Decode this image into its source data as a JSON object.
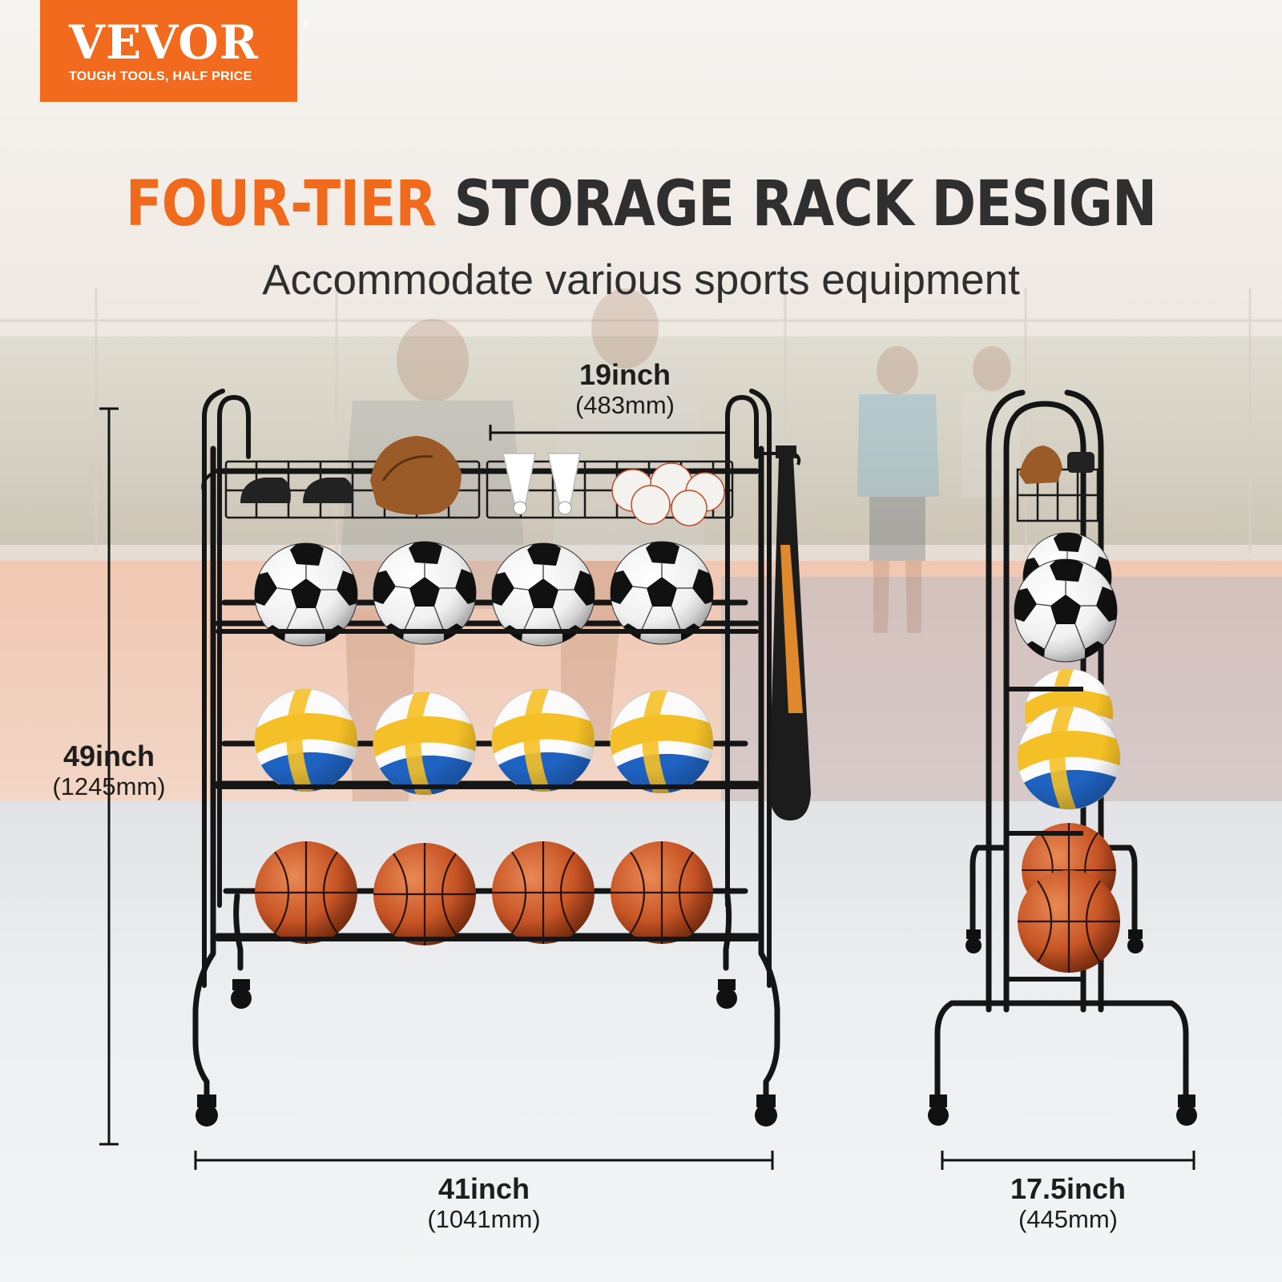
{
  "brand": {
    "name": "VEVOR",
    "registered_mark": "®",
    "tagline": "TOUGH TOOLS, HALF PRICE",
    "color": "#f26a1e"
  },
  "headline": {
    "highlight": "FOUR-TIER",
    "rest": "STORAGE RACK DESIGN",
    "highlight_color": "#ef6a1d",
    "text_color": "#2f2f2f"
  },
  "subheadline": "Accommodate various sports equipment",
  "dimensions": {
    "depth_top": {
      "imperial": "19inch",
      "metric": "(483mm)"
    },
    "height": {
      "imperial": "49inch",
      "metric": "(1245mm)"
    },
    "width": {
      "imperial": "41inch",
      "metric": "(1041mm)"
    },
    "side_width": {
      "imperial": "17.5inch",
      "metric": "(445mm)"
    }
  },
  "product": {
    "tiers": [
      "accessory baskets",
      "soccer balls",
      "volleyballs",
      "basketballs"
    ],
    "balls_per_tier": 4
  }
}
